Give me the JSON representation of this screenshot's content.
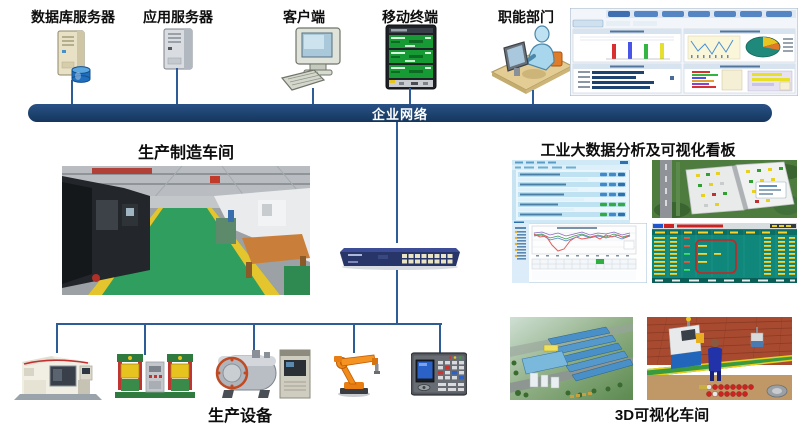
{
  "diagram": {
    "top_nodes": [
      {
        "label": "数据库服务器",
        "icon": "database-server-icon"
      },
      {
        "label": "应用服务器",
        "icon": "application-server-icon"
      },
      {
        "label": "客户端",
        "icon": "desktop-client-icon"
      },
      {
        "label": "移动终端",
        "icon": "mobile-terminal-icon"
      },
      {
        "label": "职能部门",
        "icon": "office-worker-icon"
      }
    ],
    "network_bar_label": "企业网络",
    "sections": {
      "workshop_title": "生产制造车间",
      "bigdata_title": "工业大数据分析及可视化看板",
      "equipment_title": "生产设备",
      "viz3d_title": "3D可视化车间"
    },
    "equipment_icons": [
      "cnc-machining-center",
      "hydraulic-press",
      "vacuum-furnace",
      "industrial-robot-arm",
      "cnc-control-panel"
    ],
    "colors": {
      "network_bar": "#1d4370",
      "connector_line": "#2e5c96",
      "label_text": "#0d0d0d",
      "bar_text": "#ffffff"
    }
  }
}
